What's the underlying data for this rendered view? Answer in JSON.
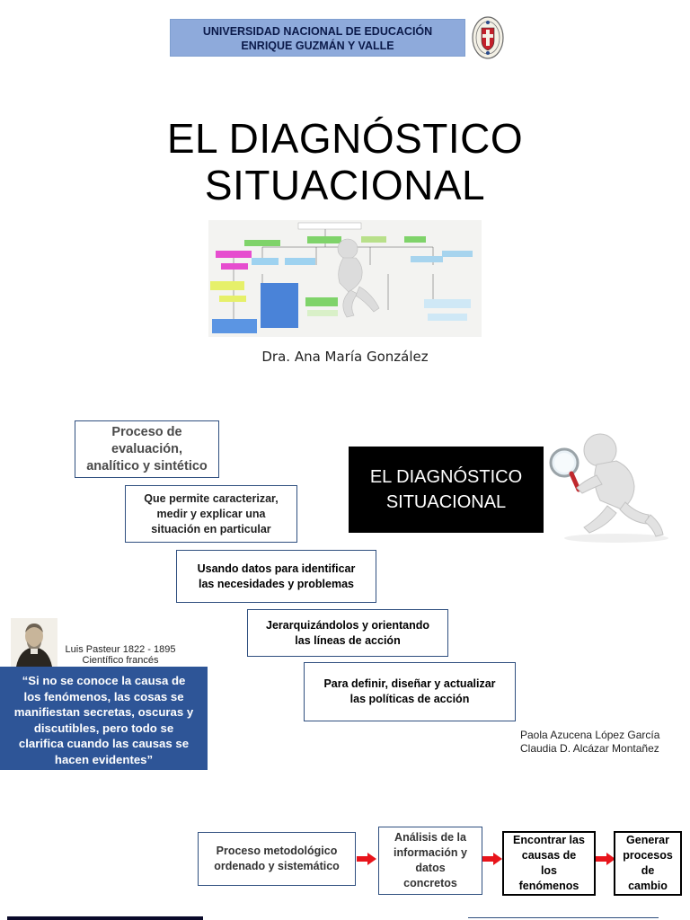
{
  "header": {
    "line1": "UNIVERSIDAD NACIONAL DE EDUCACIÓN",
    "line2": "ENRIQUE GUZMÁN Y VALLE",
    "seal_icon": "university-seal-icon"
  },
  "title": {
    "line1": "EL DIAGNÓSTICO",
    "line2": "SITUACIONAL"
  },
  "author": "Dra. Ana María González",
  "diagram": {
    "box1": {
      "line1": "Proceso de",
      "line2": "evaluación,",
      "line3": "analítico y sintético"
    },
    "box2": {
      "line1": "Que permite caracterizar,",
      "line2": "medir y explicar una",
      "line3": "situación en particular"
    },
    "box3": {
      "line1": "Usando datos para identificar",
      "line2": "las necesidades y problemas"
    },
    "box4": {
      "line1": "Jerarquizándolos y orientando",
      "line2": "las líneas de acción"
    },
    "box5": {
      "line1": "Para definir, diseñar y actualizar",
      "line2": "las políticas de acción"
    },
    "black_box": {
      "line1": "EL DIAGNÓSTICO",
      "line2": "SITUACIONAL"
    },
    "magnifier_icon": "magnifying-glass-figure-icon"
  },
  "pasteur": {
    "name": "Luis Pasteur 1822 - 1895",
    "role": "Científico francés",
    "quote": {
      "l1": "“Si no se conoce la causa de",
      "l2": "los fenómenos, las cosas se",
      "l3": "manifiestan secretas, oscuras y",
      "l4": "discutibles, pero todo se",
      "l5": "clarifica cuando las causas se",
      "l6": "hacen evidentes”"
    }
  },
  "credits": {
    "line1": "Paola Azucena López García",
    "line2": "Claudia D. Alcázar Montañez"
  },
  "flow": {
    "step1": {
      "l1": "Proceso metodológico",
      "l2": "ordenado y sistemático"
    },
    "step2": {
      "l1": "Análisis de la",
      "l2": "información y",
      "l3": "datos",
      "l4": "concretos"
    },
    "step3": {
      "l1": "Encontrar las",
      "l2": "causas de",
      "l3": "los",
      "l4": "fenómenos"
    },
    "step4": {
      "l1": "Generar",
      "l2": "procesos",
      "l3": "de",
      "l4": "cambio"
    },
    "arrow_color": "#e8141b"
  },
  "colors": {
    "banner": "#8eaadb",
    "quote_bg": "#2e5597",
    "box_border": "#2f4f7f"
  }
}
